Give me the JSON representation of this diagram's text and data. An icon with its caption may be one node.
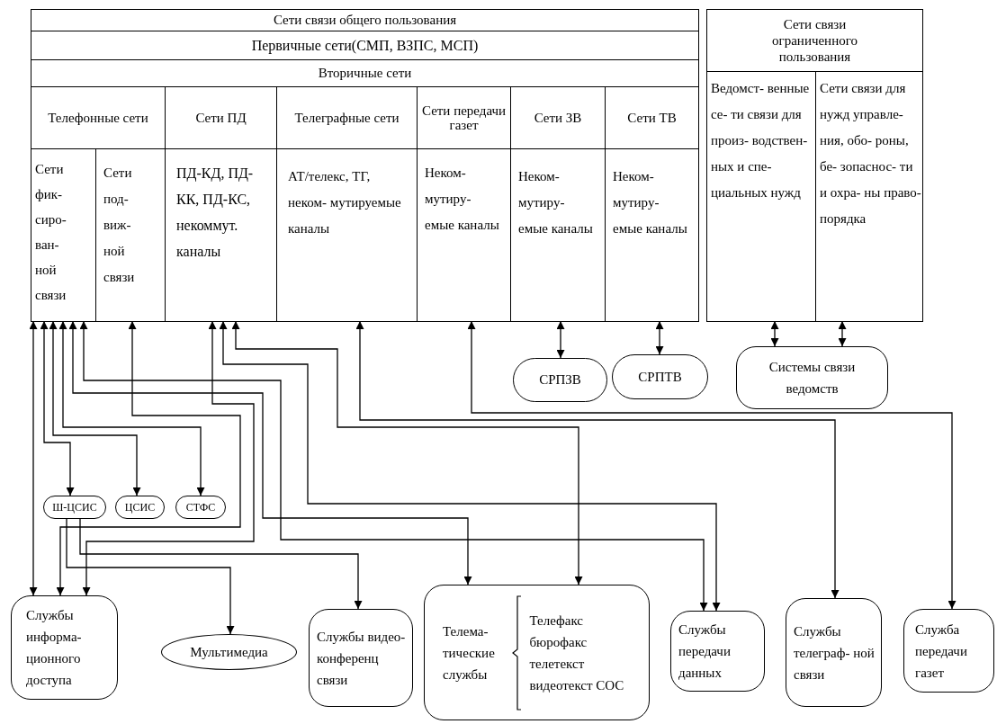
{
  "diagram": {
    "nodes": [
      {
        "text": [
          "Сети связи общего пользования"
        ]
      },
      {
        "text": [
          "Первичные сети(СМП, ВЗПС, МСП)"
        ]
      },
      {
        "text": [
          "Вторичные сети"
        ]
      },
      {
        "text": [
          "Телефонные сети"
        ]
      },
      {
        "text": [
          "Сети ПД"
        ]
      },
      {
        "text": [
          "Телеграфные сети"
        ]
      },
      {
        "text": [
          "Сети передачи газет"
        ]
      },
      {
        "text": [
          "Сети ЗВ"
        ]
      },
      {
        "text": [
          "Сети ТВ"
        ]
      },
      {
        "text": [
          "Сети фик- сиро- ван- ной связи"
        ]
      },
      {
        "text": [
          "Сети под- виж- ной связи"
        ]
      },
      {
        "text": [
          "ПД-КД, ПД-КК, ПД-КС, некоммут. каналы"
        ]
      },
      {
        "text": [
          "АТ/телекс, ТГ, неком- мутируемые каналы"
        ]
      },
      {
        "text": [
          "Неком- мутиру- емые каналы"
        ]
      },
      {
        "text": [
          "Неком- мутиру- емые каналы"
        ]
      },
      {
        "text": [
          "Неком- мутиру- емые каналы"
        ]
      },
      {
        "text": [
          "Сети связи ограниченного пользования"
        ]
      },
      {
        "text": [
          "Ведомст- венные се- ти связи для произ- водствен- ных и спе- циальных нужд"
        ]
      },
      {
        "text": [
          "Сети связи для нужд управле- ния, обо- роны, бе- зопаснос- ти и охра- ны право- порядка"
        ]
      },
      {
        "text": [
          "СРПЗВ"
        ]
      },
      {
        "text": [
          "СРПТВ"
        ]
      },
      {
        "text": [
          "Системы связи ведомств"
        ]
      },
      {
        "text": [
          "Ш-ЦСИС"
        ]
      },
      {
        "text": [
          "ЦСИС"
        ]
      },
      {
        "text": [
          "СТФС"
        ]
      },
      {
        "text": [
          "Службы информа- ционного доступа"
        ]
      },
      {
        "text": [
          "Мультимедиа"
        ]
      },
      {
        "text": [
          "Службы видео- конференц связи"
        ]
      },
      {
        "text": [
          "Телема- тические службы",
          "Телефакс бюрофакс телетекст видеотекст СОС"
        ]
      },
      {
        "text": [
          "Службы передачи данных"
        ]
      },
      {
        "text": [
          "Службы телеграф- ной связи"
        ]
      },
      {
        "text": [
          "Служба передачи газет"
        ]
      }
    ],
    "edges": [
      {
        "from": 9,
        "to": 25,
        "arrow": "both"
      },
      {
        "from": 9,
        "to": 22,
        "arrow": "both"
      },
      {
        "from": 9,
        "to": 23,
        "arrow": "both"
      },
      {
        "from": 9,
        "to": 24,
        "arrow": "both"
      },
      {
        "from": 9,
        "to": 28,
        "arrow": "both"
      },
      {
        "from": 9,
        "to": 29,
        "arrow": "both"
      },
      {
        "from": 10,
        "to": 25,
        "arrow": "both"
      },
      {
        "from": 11,
        "to": 25,
        "arrow": "both"
      },
      {
        "from": 11,
        "to": 29,
        "arrow": "both"
      },
      {
        "from": 11,
        "to": 28,
        "arrow": "both"
      },
      {
        "from": 12,
        "to": 30,
        "arrow": "both"
      },
      {
        "from": 13,
        "to": 31,
        "arrow": "both"
      },
      {
        "from": 14,
        "to": 19,
        "arrow": "both"
      },
      {
        "from": 15,
        "to": 20,
        "arrow": "both"
      },
      {
        "from": 17,
        "to": 21,
        "arrow": "both"
      },
      {
        "from": 18,
        "to": 21,
        "arrow": "both"
      },
      {
        "from": 22,
        "to": 26,
        "arrow": "to"
      },
      {
        "from": 22,
        "to": 27,
        "arrow": "to"
      }
    ]
  }
}
